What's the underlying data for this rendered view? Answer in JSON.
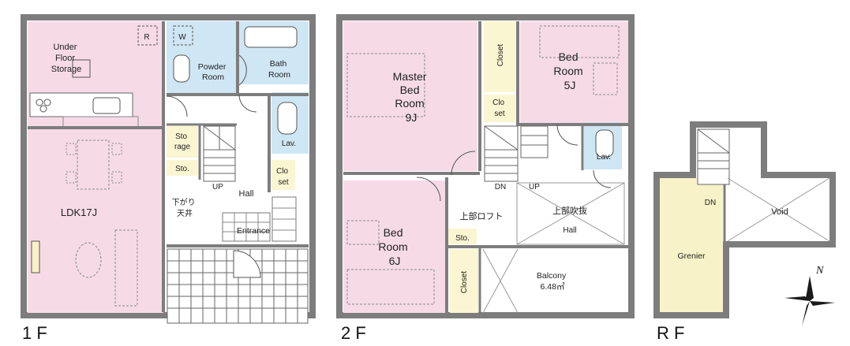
{
  "floors": {
    "f1": {
      "label": "1 F",
      "rooms": {
        "under_floor_storage": [
          "Under",
          "Floor",
          "Storage"
        ],
        "r_mark": "R",
        "w_mark": "W",
        "powder_room": [
          "Powder",
          "Room"
        ],
        "bath_room": [
          "Bath",
          "Room"
        ],
        "storage": [
          "Sto",
          "rage"
        ],
        "sto": "Sto.",
        "lav": "Lav.",
        "closet": [
          "Clo",
          "set"
        ],
        "up": "UP",
        "hall": "Hall",
        "sagari_tenjo": [
          "下がり",
          "天井"
        ],
        "ldk": "LDK17J",
        "entrance": "Entrance"
      }
    },
    "f2": {
      "label": "2 F",
      "rooms": {
        "master_bed_room": [
          "Master",
          "Bed",
          "Room",
          "9J"
        ],
        "closet_vertical": "Closet",
        "bed_room_5j": [
          "Bed",
          "Room",
          "5J"
        ],
        "closet_small": [
          "Clo",
          "set"
        ],
        "dn": "DN",
        "up": "UP",
        "lav": "Lav.",
        "joubu_loft": "上部ロフト",
        "joubu_fukinuke": "上部吹抜",
        "hall": "Hall",
        "sto": "Sto.",
        "bed_room_6j": [
          "Bed",
          "Room",
          "6J"
        ],
        "closet_vertical_2": "Closet",
        "balcony": [
          "Balcony",
          "6.48㎡"
        ]
      }
    },
    "rf": {
      "label": "R F",
      "rooms": {
        "dn": "DN",
        "void": "Void",
        "grenier": "Grenier"
      }
    }
  },
  "compass": {
    "label": "N"
  },
  "colors": {
    "wall": "#7d7d7d",
    "pink": "#f6dbe6",
    "blue": "#cfe6f4",
    "yellow": "#fbf6d2",
    "cream": "#f7f2c8"
  }
}
